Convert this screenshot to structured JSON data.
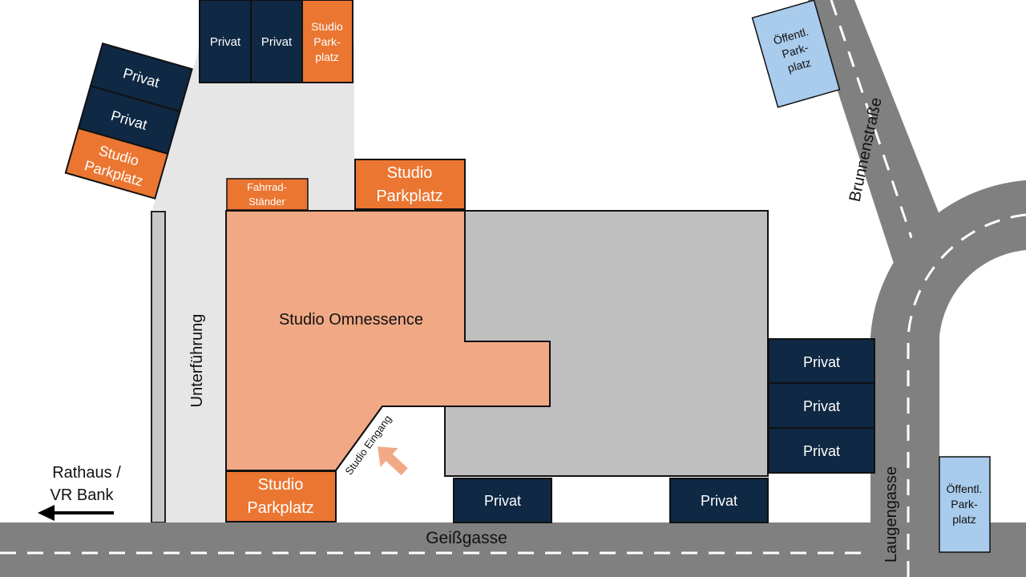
{
  "colors": {
    "private_parking": "#0f2843",
    "studio_parking": "#ea7632",
    "studio_building": "#f1a985",
    "neighbor_building": "#bfbfbf",
    "public_parking": "#a9cbec",
    "road": "#808080",
    "underpass": "#e6e6e6",
    "arrow": "#f1a985"
  },
  "labels": {
    "private": "Privat",
    "studio_parking_two_line": [
      "Studio",
      "Parkplatz"
    ],
    "studio_parking_three_line": [
      "Studio",
      "Park-",
      "platz"
    ],
    "public_parking": [
      "Öffentl.",
      "Park-",
      "platz"
    ],
    "bike_rack": [
      "Fahrrad-",
      "Ständer"
    ],
    "studio_name": "Studio Omnessence",
    "studio_entrance": "Studio Eingang",
    "underpass": "Unterführung",
    "rathaus": [
      "Rathaus /",
      "VR Bank"
    ]
  },
  "streets": {
    "geissgasse": "Geißgasse",
    "brunnenstrasse": "Brunnenstraße",
    "laugengasse": "Laugengasse"
  }
}
